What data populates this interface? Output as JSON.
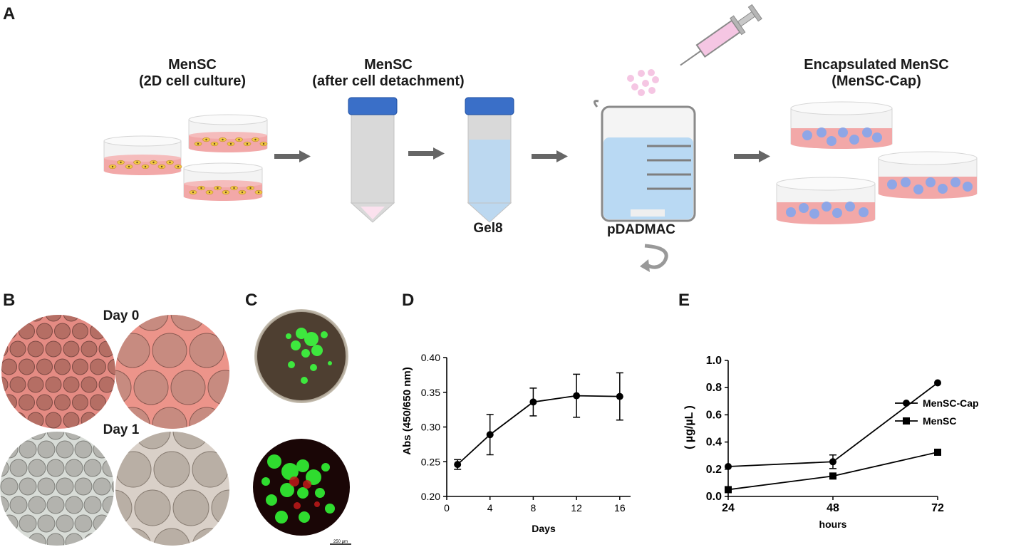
{
  "panels": {
    "a": "A",
    "b": "B",
    "c": "C",
    "d": "D",
    "e": "E"
  },
  "schematic": {
    "step1_line1": "MenSC",
    "step1_line2": "(2D cell culture)",
    "step2_line1": "MenSC",
    "step2_line2": "(after cell detachment)",
    "gel_label": "Gel8",
    "beaker_label": "pDADMAC",
    "step4_line1": "Encapsulated MenSC",
    "step4_line2": "(MenSC-Cap)"
  },
  "panel_b": {
    "day0": "Day 0",
    "day1": "Day 1"
  },
  "panel_c": {
    "scale_bar": "250 µm"
  },
  "chart_data": [
    {
      "type": "line",
      "panel": "D",
      "xlabel": "Days",
      "ylabel": "Abs (450/650 nm)",
      "xlim": [
        0,
        17
      ],
      "ylim": [
        0.2,
        0.4
      ],
      "xticks": [
        0,
        4,
        8,
        12,
        16
      ],
      "yticks": [
        0.2,
        0.25,
        0.3,
        0.35,
        0.4
      ],
      "ytick_labels": [
        "0.20",
        "0.25",
        "0.30",
        "0.35",
        "0.40"
      ],
      "series": [
        {
          "x": [
            1,
            4,
            8,
            12,
            16
          ],
          "y": [
            0.246,
            0.289,
            0.336,
            0.345,
            0.344
          ],
          "err": [
            0.007,
            0.029,
            0.02,
            0.031,
            0.034
          ]
        }
      ]
    },
    {
      "type": "line",
      "panel": "E",
      "xlabel": "hours",
      "ylabel": "( µg/µL )",
      "xlim": [
        24,
        72
      ],
      "ylim": [
        0.0,
        1.0
      ],
      "xticks": [
        24,
        48,
        72
      ],
      "yticks": [
        0.0,
        0.2,
        0.4,
        0.6,
        0.8,
        1.0
      ],
      "ytick_labels": [
        "0.0",
        "0.2",
        "0.4",
        "0.6",
        "0.8",
        "1.0"
      ],
      "legend_position": "right",
      "series": [
        {
          "name": "MenSC-Cap",
          "marker": "circle",
          "x": [
            24,
            48,
            72
          ],
          "y": [
            0.22,
            0.255,
            0.835
          ],
          "err": [
            0,
            0.05,
            0
          ]
        },
        {
          "name": "MenSC",
          "marker": "square",
          "x": [
            24,
            48,
            72
          ],
          "y": [
            0.05,
            0.15,
            0.325
          ],
          "err": [
            0,
            0,
            0
          ]
        }
      ]
    }
  ]
}
